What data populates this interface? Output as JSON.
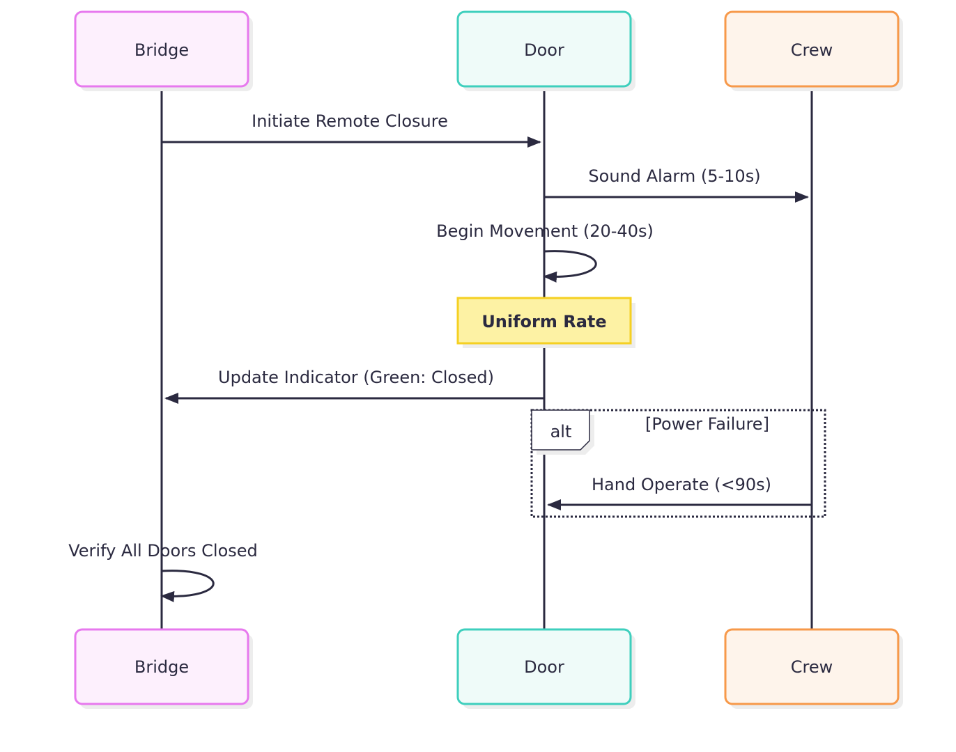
{
  "diagram": {
    "type": "sequence",
    "participants": [
      {
        "id": "bridge",
        "label": "Bridge",
        "border": "#e779ee",
        "fill": "#fdf0fd"
      },
      {
        "id": "door",
        "label": "Door",
        "border": "#3ecfbd",
        "fill": "#effbf9"
      },
      {
        "id": "crew",
        "label": "Crew",
        "border": "#f7994a",
        "fill": "#fef4eb"
      }
    ],
    "messages": [
      {
        "from": "bridge",
        "to": "door",
        "label": "Initiate Remote Closure"
      },
      {
        "from": "door",
        "to": "crew",
        "label": "Sound Alarm (5-10s)"
      },
      {
        "from": "door",
        "to": "door",
        "label": "Begin Movement (20-40s)"
      },
      {
        "from": "door",
        "to": "bridge",
        "label": "Update Indicator (Green: Closed)"
      },
      {
        "from": "crew",
        "to": "door",
        "label": "Hand Operate (<90s)"
      },
      {
        "from": "bridge",
        "to": "bridge",
        "label": "Verify All Doors Closed"
      }
    ],
    "note": {
      "over": "door",
      "label": "Uniform Rate",
      "border": "#f5d022",
      "fill": "#fdf2a4"
    },
    "alt_block": {
      "keyword": "alt",
      "condition": "[Power Failure]"
    },
    "line_color": "#2b2a40"
  }
}
